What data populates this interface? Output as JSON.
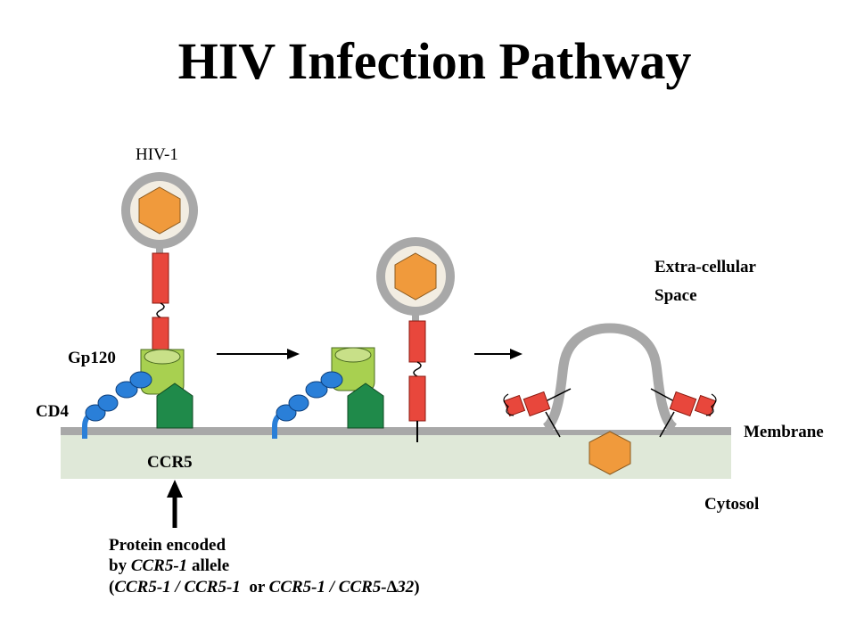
{
  "title": "HIV Infection Pathway",
  "labels": {
    "hiv": "HIV-1",
    "extracellular_line1": "Extra-cellular",
    "extracellular_line2": "Space",
    "gp120": "Gp120",
    "cd4": "CD4",
    "membrane": "Membrane",
    "ccr5": "CCR5",
    "cytosol": "Cytosol"
  },
  "note": {
    "line1": "Protein encoded",
    "line2_pre": "by ",
    "line2_gene": "CCR5-1",
    "line2_post": " allele",
    "line3_open": "(",
    "line3_a": "CCR5-1 / CCR5-1",
    "line3_mid": "  or ",
    "line3_b": "CCR5-1 / CCR5-∆32",
    "line3_close": ")"
  },
  "colors": {
    "virus_shell": "#a8a8a8",
    "capsid": "#f09a3c",
    "gp41": "#e8473c",
    "gp120": "#a8d050",
    "cd4": "#2a7fd8",
    "ccr5": "#1f8a4a",
    "membrane": "#a8a8a8",
    "cytosol": "#dfe8d8"
  }
}
